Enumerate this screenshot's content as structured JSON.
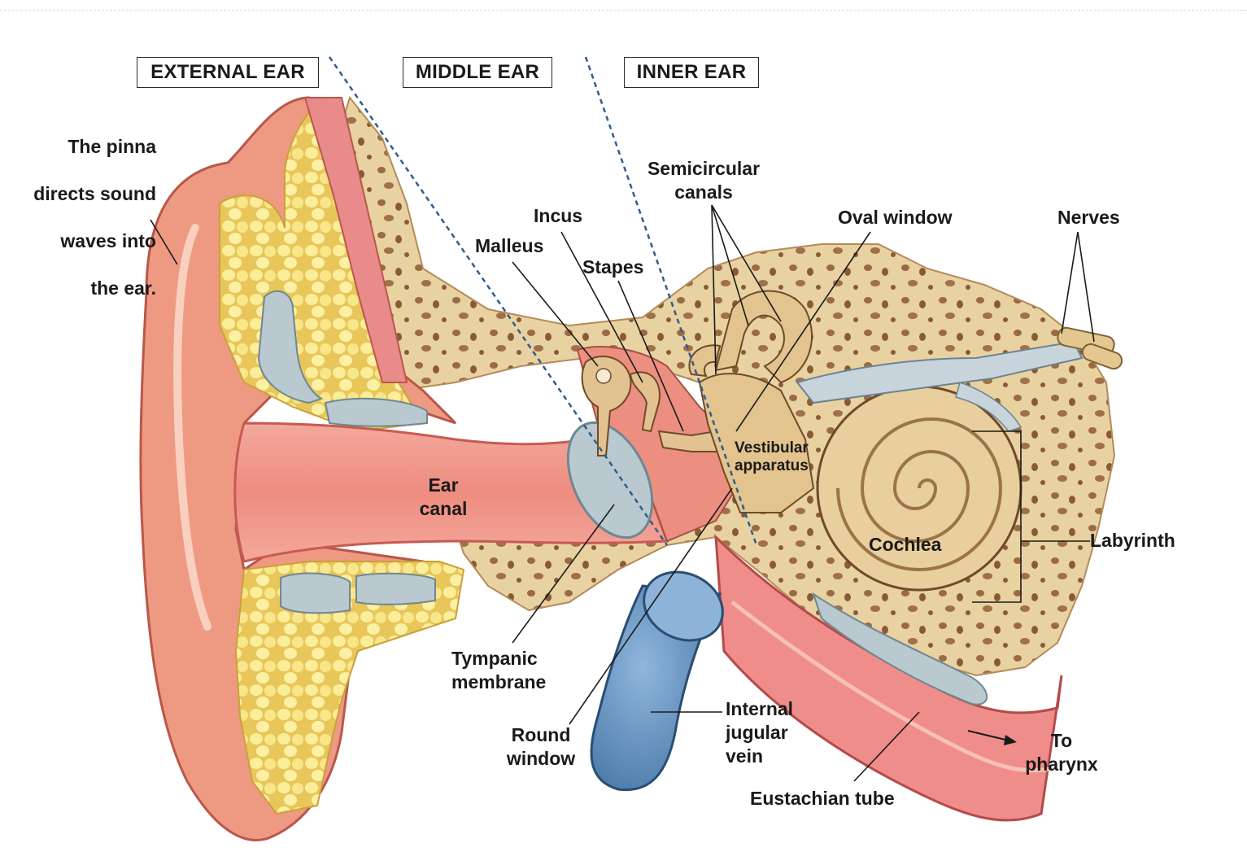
{
  "regions": {
    "external": "EXTERNAL EAR",
    "middle": "MIDDLE EAR",
    "inner": "INNER EAR"
  },
  "pinna_caption": {
    "line1_pre": "The ",
    "line1_bold": "pinna",
    "line2": "directs sound",
    "line3": "waves into",
    "line4": "the ear."
  },
  "labels": {
    "semicircular_canals": "Semicircular\ncanals",
    "oval_window": "Oval window",
    "nerves": "Nerves",
    "incus": "Incus",
    "malleus": "Malleus",
    "stapes": "Stapes",
    "vestibular_apparatus": "Vestibular\napparatus",
    "ear_canal": "Ear\ncanal",
    "cochlea": "Cochlea",
    "labyrinth": "Labyrinth",
    "tympanic_membrane": "Tympanic\nmembrane",
    "round_window": "Round\nwindow",
    "internal_jugular_vein": "Internal\njugular\nvein",
    "to_pharynx": "To\npharynx",
    "eustachian_tube": "Eustachian tube"
  },
  "colors": {
    "skin": "#ee9a82",
    "skin_light": "#f7c3b0",
    "cartilage": "#f6e27a",
    "bone": "#e9d2a2",
    "bone_pore": "#9a6a44",
    "canal_pink": "#ef8d84",
    "vein_blue": "#5f8fc0",
    "membrane_gray": "#b9c9cf",
    "nerve": "#c8d4dc",
    "line": "#1a1a1a",
    "divider": "#2e5d8f"
  }
}
